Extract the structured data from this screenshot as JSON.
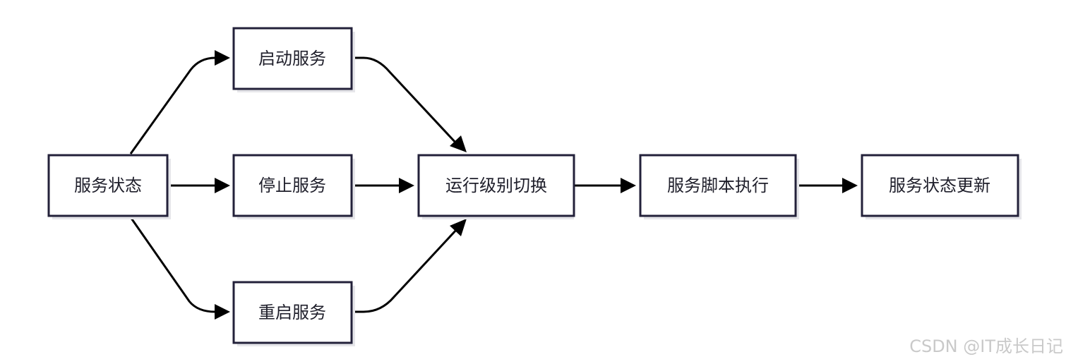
{
  "diagram": {
    "nodes": {
      "service_status": "服务状态",
      "start_service": "启动服务",
      "stop_service": "停止服务",
      "restart_service": "重启服务",
      "runlevel_switch": "运行级别切换",
      "service_script_exec": "服务脚本执行",
      "service_status_update": "服务状态更新"
    },
    "edges": [
      {
        "from": "service_status",
        "to": "start_service"
      },
      {
        "from": "service_status",
        "to": "stop_service"
      },
      {
        "from": "service_status",
        "to": "restart_service"
      },
      {
        "from": "start_service",
        "to": "runlevel_switch"
      },
      {
        "from": "stop_service",
        "to": "runlevel_switch"
      },
      {
        "from": "restart_service",
        "to": "runlevel_switch"
      },
      {
        "from": "runlevel_switch",
        "to": "service_script_exec"
      },
      {
        "from": "service_script_exec",
        "to": "service_status_update"
      }
    ],
    "colors": {
      "node_border": "#23213a",
      "edge": "#000000",
      "text": "#1f1f2b",
      "watermark": "#c9c9c9"
    }
  },
  "watermark": "CSDN @IT成长日记"
}
